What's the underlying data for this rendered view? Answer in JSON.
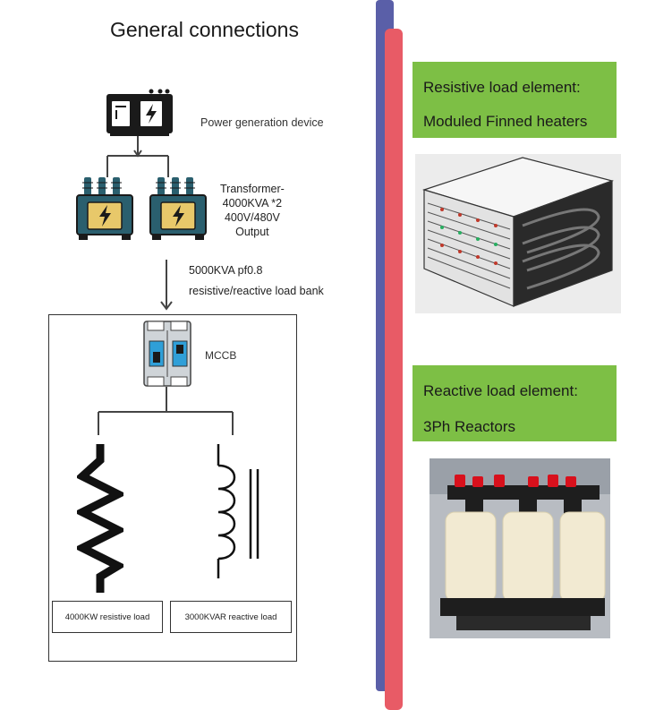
{
  "title": "General connections",
  "generator": {
    "label": "Power generation device",
    "icon": "generator-icon"
  },
  "transformer": {
    "lines": [
      "Transformer-",
      "4000KVA *2",
      "400V/480V",
      "Output"
    ],
    "icon": "transformer-icon"
  },
  "load_bank": {
    "line1": "5000KVA pf0.8",
    "line2": "resistive/reactive load bank"
  },
  "mccb": {
    "label": "MCCB",
    "icon": "circuit-breaker-icon"
  },
  "loads": {
    "resistive": "4000KW resistive load",
    "reactive": "3000KVAR reactive load"
  },
  "right_panel": {
    "resistive_element": {
      "line1": "Resistive load element:",
      "line2": "Moduled Finned heaters"
    },
    "reactive_element": {
      "line1": "Reactive load element:",
      "line2": "3Ph Reactors"
    }
  },
  "colors": {
    "green_box": "#7dbf45",
    "blue_bar": "#5a5fa8",
    "red_bar": "#e85b66",
    "reactor_caps": "#d8101c",
    "coil_color": "#f2ead2"
  }
}
